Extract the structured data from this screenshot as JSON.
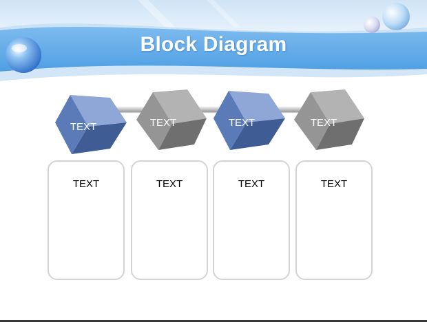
{
  "slide": {
    "title": "Block Diagram"
  },
  "colors": {
    "header_blue": "#5aa7e8",
    "cube_blue": "#4e6fa8",
    "cube_gray": "#8a8a8a",
    "box_border": "#d4d4d4",
    "title_text": "#ffffff"
  },
  "blocks": [
    {
      "label": "TEXT",
      "color": "blue"
    },
    {
      "label": "TEXT",
      "color": "gray"
    },
    {
      "label": "TEXT",
      "color": "blue"
    },
    {
      "label": "TEXT",
      "color": "gray"
    }
  ],
  "boxes": [
    {
      "label": "TEXT"
    },
    {
      "label": "TEXT"
    },
    {
      "label": "TEXT"
    },
    {
      "label": "TEXT"
    }
  ]
}
